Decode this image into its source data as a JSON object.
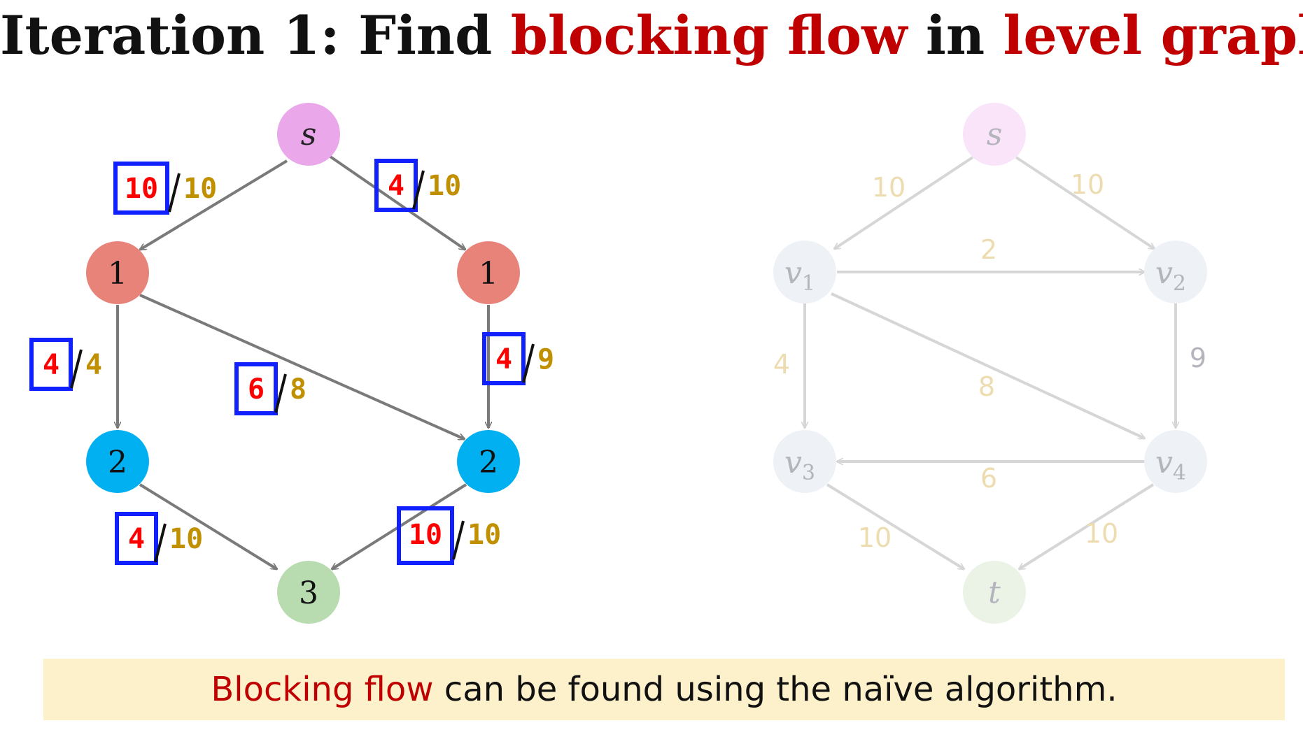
{
  "title": {
    "part1": "Iteration 1: Find ",
    "part2": "blocking flow",
    "part3": " in ",
    "part4": "level graph"
  },
  "caption": {
    "highlight": "Blocking flow",
    "rest": " can be found using the naïve algorithm."
  },
  "colors": {
    "title_red": "#c00000",
    "flow_red": "#ff0000",
    "capacity_gold": "#c09000",
    "highlight_box": "#1020ff",
    "edge": "#7a7a7a",
    "node_source": "#eaa8ea",
    "node_level1": "#e8837a",
    "node_level2": "#00b0f0",
    "node_level3": "#b8dcb0",
    "caption_bg": "#fdf1cc"
  },
  "level_graph": {
    "nodes": [
      {
        "id": "s",
        "label": "s",
        "level": "source"
      },
      {
        "id": "a1",
        "label": "1",
        "level": "1"
      },
      {
        "id": "b1",
        "label": "1",
        "level": "1"
      },
      {
        "id": "a2",
        "label": "2",
        "level": "2"
      },
      {
        "id": "b2",
        "label": "2",
        "level": "2"
      },
      {
        "id": "t",
        "label": "3",
        "level": "3"
      }
    ],
    "edges": [
      {
        "from": "s",
        "to": "a1",
        "flow": "10",
        "capacity": "10"
      },
      {
        "from": "s",
        "to": "b1",
        "flow": "4",
        "capacity": "10"
      },
      {
        "from": "a1",
        "to": "a2",
        "flow": "4",
        "capacity": "4"
      },
      {
        "from": "a1",
        "to": "b2",
        "flow": "6",
        "capacity": "8"
      },
      {
        "from": "b1",
        "to": "b2",
        "flow": "4",
        "capacity": "9"
      },
      {
        "from": "a2",
        "to": "t",
        "flow": "4",
        "capacity": "10"
      },
      {
        "from": "b2",
        "to": "t",
        "flow": "10",
        "capacity": "10"
      }
    ]
  },
  "original_graph": {
    "nodes": [
      {
        "id": "s",
        "label": "s"
      },
      {
        "id": "v1",
        "label": "v",
        "sub": "1"
      },
      {
        "id": "v2",
        "label": "v",
        "sub": "2"
      },
      {
        "id": "v3",
        "label": "v",
        "sub": "3"
      },
      {
        "id": "v4",
        "label": "v",
        "sub": "4"
      },
      {
        "id": "t",
        "label": "t"
      }
    ],
    "edges": [
      {
        "from": "s",
        "to": "v1",
        "capacity": "10"
      },
      {
        "from": "s",
        "to": "v2",
        "capacity": "10"
      },
      {
        "from": "v1",
        "to": "v2",
        "capacity": "2"
      },
      {
        "from": "v1",
        "to": "v3",
        "capacity": "4"
      },
      {
        "from": "v1",
        "to": "v4",
        "capacity": "8"
      },
      {
        "from": "v2",
        "to": "v4",
        "capacity": "9"
      },
      {
        "from": "v4",
        "to": "v3",
        "capacity": "6"
      },
      {
        "from": "v3",
        "to": "t",
        "capacity": "10"
      },
      {
        "from": "v4",
        "to": "t",
        "capacity": "10"
      }
    ]
  }
}
